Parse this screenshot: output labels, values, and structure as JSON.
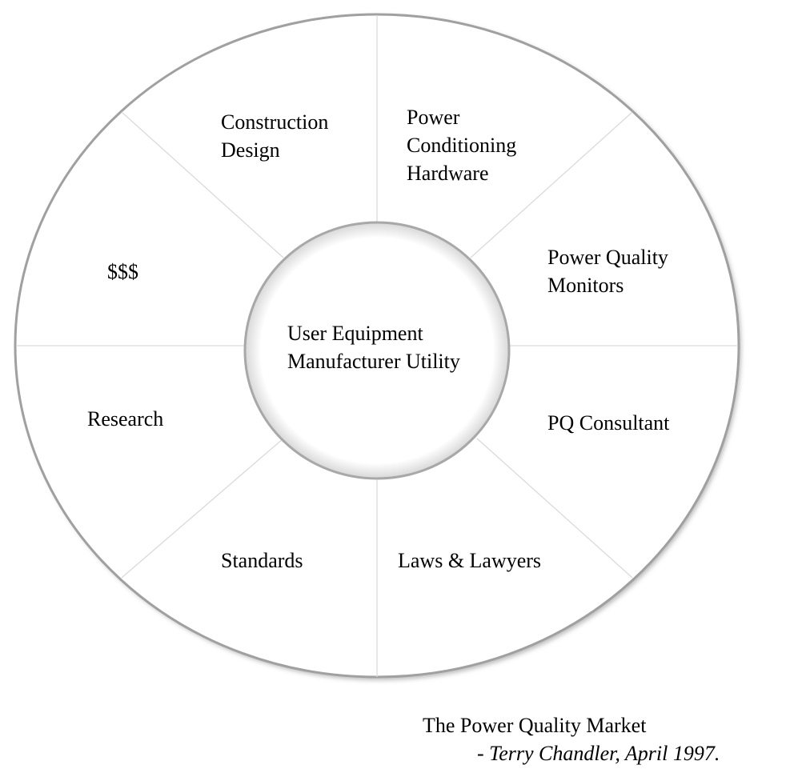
{
  "diagram": {
    "center": [
      "User Equipment",
      "Manufacturer Utility"
    ],
    "segments": [
      {
        "lines": [
          "Construction",
          "Design"
        ]
      },
      {
        "lines": [
          "Power",
          "Conditioning",
          "Hardware"
        ]
      },
      {
        "lines": [
          "Power Quality",
          "Monitors"
        ]
      },
      {
        "lines": [
          "PQ Consultant"
        ]
      },
      {
        "lines": [
          "Laws & Lawyers"
        ]
      },
      {
        "lines": [
          "Standards"
        ]
      },
      {
        "lines": [
          "Research"
        ]
      },
      {
        "lines": [
          "$$$"
        ]
      }
    ]
  },
  "caption": {
    "title": "The Power Quality Market",
    "attribution": "- Terry Chandler, April 1997."
  },
  "colors": {
    "rim": "#9a9a9a",
    "divider": "#d9d9d9"
  }
}
